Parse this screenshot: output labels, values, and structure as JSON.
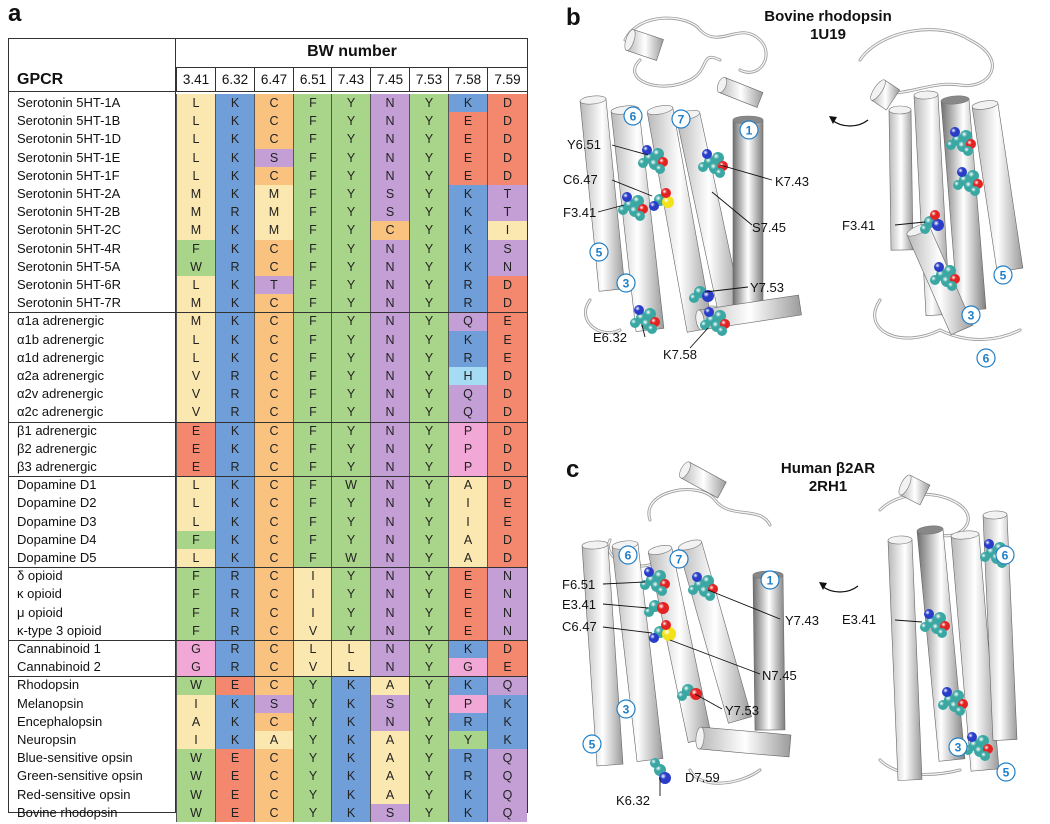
{
  "panels": {
    "a": "a",
    "b": "b",
    "c": "c"
  },
  "table": {
    "bw_header": "BW number",
    "gpcr_header": "GPCR",
    "columns": [
      "3.41",
      "6.32",
      "6.47",
      "6.51",
      "7.43",
      "7.45",
      "7.53",
      "7.58",
      "7.59"
    ],
    "residue_colors": {
      "L": "#fbe7b0",
      "M": "#fbe7b0",
      "V": "#fbe7b0",
      "I": "#fbe7b0",
      "A": "#fbe7b0",
      "F": "#a9d58a",
      "W": "#a9d58a",
      "Y": "#a9d58a",
      "K": "#6f9ed8",
      "R": "#6f9ed8",
      "H": "#a6dcf3",
      "C": "#f9c27e",
      "S": "#c39fd6",
      "T": "#c39fd6",
      "N": "#c39fd6",
      "Q": "#c39fd6",
      "E": "#f3886f",
      "D": "#f3886f",
      "P": "#f2a8d6",
      "G": "#f2a8d6"
    },
    "rows": [
      {
        "name": "Serotonin 5HT-1A",
        "res": [
          "L",
          "K",
          "C",
          "F",
          "Y",
          "N",
          "Y",
          "K",
          "D"
        ]
      },
      {
        "name": "Serotonin 5HT-1B",
        "res": [
          "L",
          "K",
          "C",
          "F",
          "Y",
          "N",
          "Y",
          "E",
          "D"
        ]
      },
      {
        "name": "Serotonin 5HT-1D",
        "res": [
          "L",
          "K",
          "C",
          "F",
          "Y",
          "N",
          "Y",
          "E",
          "D"
        ]
      },
      {
        "name": "Serotonin 5HT-1E",
        "res": [
          "L",
          "K",
          "S",
          "F",
          "Y",
          "N",
          "Y",
          "E",
          "D"
        ]
      },
      {
        "name": "Serotonin 5HT-1F",
        "res": [
          "L",
          "K",
          "C",
          "F",
          "Y",
          "N",
          "Y",
          "E",
          "D"
        ]
      },
      {
        "name": "Serotonin 5HT-2A",
        "res": [
          "M",
          "K",
          "M",
          "F",
          "Y",
          "S",
          "Y",
          "K",
          "T"
        ]
      },
      {
        "name": "Serotonin 5HT-2B",
        "res": [
          "M",
          "R",
          "M",
          "F",
          "Y",
          "S",
          "Y",
          "K",
          "T"
        ]
      },
      {
        "name": "Serotonin 5HT-2C",
        "res": [
          "M",
          "K",
          "M",
          "F",
          "Y",
          "C",
          "Y",
          "K",
          "I"
        ]
      },
      {
        "name": "Serotonin 5HT-4R",
        "res": [
          "F",
          "K",
          "C",
          "F",
          "Y",
          "N",
          "Y",
          "K",
          "S"
        ]
      },
      {
        "name": "Serotonin 5HT-5A",
        "res": [
          "W",
          "R",
          "C",
          "F",
          "Y",
          "N",
          "Y",
          "K",
          "N"
        ]
      },
      {
        "name": "Serotonin 5HT-6R",
        "res": [
          "L",
          "K",
          "T",
          "F",
          "Y",
          "N",
          "Y",
          "R",
          "D"
        ]
      },
      {
        "name": "Serotonin 5HT-7R",
        "res": [
          "M",
          "K",
          "C",
          "F",
          "Y",
          "N",
          "Y",
          "R",
          "D"
        ]
      },
      {
        "name": "α1a adrenergic",
        "res": [
          "M",
          "K",
          "C",
          "F",
          "Y",
          "N",
          "Y",
          "Q",
          "E"
        ]
      },
      {
        "name": "α1b adrenergic",
        "res": [
          "L",
          "K",
          "C",
          "F",
          "Y",
          "N",
          "Y",
          "K",
          "E"
        ]
      },
      {
        "name": "α1d adrenergic",
        "res": [
          "L",
          "K",
          "C",
          "F",
          "Y",
          "N",
          "Y",
          "R",
          "E"
        ]
      },
      {
        "name": "α2a adrenergic",
        "res": [
          "V",
          "R",
          "C",
          "F",
          "Y",
          "N",
          "Y",
          "H",
          "D"
        ]
      },
      {
        "name": "α2v adrenergic",
        "res": [
          "V",
          "R",
          "C",
          "F",
          "Y",
          "N",
          "Y",
          "Q",
          "D"
        ]
      },
      {
        "name": "α2c adrenergic",
        "res": [
          "V",
          "R",
          "C",
          "F",
          "Y",
          "N",
          "Y",
          "Q",
          "D"
        ]
      },
      {
        "name": "β1 adrenergic",
        "res": [
          "E",
          "K",
          "C",
          "F",
          "Y",
          "N",
          "Y",
          "P",
          "D"
        ]
      },
      {
        "name": "β2 adrenergic",
        "res": [
          "E",
          "K",
          "C",
          "F",
          "Y",
          "N",
          "Y",
          "P",
          "D"
        ]
      },
      {
        "name": "β3 adrenergic",
        "res": [
          "E",
          "R",
          "C",
          "F",
          "Y",
          "N",
          "Y",
          "P",
          "D"
        ]
      },
      {
        "name": "Dopamine D1",
        "res": [
          "L",
          "K",
          "C",
          "F",
          "W",
          "N",
          "Y",
          "A",
          "D"
        ]
      },
      {
        "name": "Dopamine D2",
        "res": [
          "L",
          "K",
          "C",
          "F",
          "Y",
          "N",
          "Y",
          "I",
          "E"
        ]
      },
      {
        "name": "Dopamine D3",
        "res": [
          "L",
          "K",
          "C",
          "F",
          "Y",
          "N",
          "Y",
          "I",
          "E"
        ]
      },
      {
        "name": "Dopamine D4",
        "res": [
          "F",
          "K",
          "C",
          "F",
          "Y",
          "N",
          "Y",
          "A",
          "D"
        ]
      },
      {
        "name": "Dopamine D5",
        "res": [
          "L",
          "K",
          "C",
          "F",
          "W",
          "N",
          "Y",
          "A",
          "D"
        ]
      },
      {
        "name": "δ opioid",
        "res": [
          "F",
          "R",
          "C",
          "I",
          "Y",
          "N",
          "Y",
          "E",
          "N"
        ]
      },
      {
        "name": "κ opioid",
        "res": [
          "F",
          "R",
          "C",
          "I",
          "Y",
          "N",
          "Y",
          "E",
          "N"
        ]
      },
      {
        "name": "μ opioid",
        "res": [
          "F",
          "R",
          "C",
          "I",
          "Y",
          "N",
          "Y",
          "E",
          "N"
        ]
      },
      {
        "name": "κ-type 3 opioid",
        "res": [
          "F",
          "R",
          "C",
          "V",
          "Y",
          "N",
          "Y",
          "E",
          "N"
        ]
      },
      {
        "name": "Cannabinoid 1",
        "res": [
          "G",
          "R",
          "C",
          "L",
          "L",
          "N",
          "Y",
          "K",
          "D"
        ]
      },
      {
        "name": "Cannabinoid 2",
        "res": [
          "G",
          "R",
          "C",
          "V",
          "L",
          "N",
          "Y",
          "G",
          "E"
        ]
      },
      {
        "name": "Rhodopsin",
        "res": [
          "W",
          "E",
          "C",
          "Y",
          "K",
          "A",
          "Y",
          "K",
          "Q"
        ]
      },
      {
        "name": "Melanopsin",
        "res": [
          "I",
          "K",
          "S",
          "Y",
          "K",
          "S",
          "Y",
          "P",
          "K"
        ]
      },
      {
        "name": "Encephalopsin",
        "res": [
          "A",
          "K",
          "C",
          "Y",
          "K",
          "N",
          "Y",
          "R",
          "K"
        ]
      },
      {
        "name": "Neuropsin",
        "res": [
          "I",
          "K",
          "A",
          "Y",
          "K",
          "A",
          "Y",
          "Y",
          "K"
        ]
      },
      {
        "name": "Blue-sensitive opsin",
        "res": [
          "W",
          "E",
          "C",
          "Y",
          "K",
          "A",
          "Y",
          "R",
          "Q"
        ]
      },
      {
        "name": "Green-sensitive opsin",
        "res": [
          "W",
          "E",
          "C",
          "Y",
          "K",
          "A",
          "Y",
          "R",
          "Q"
        ]
      },
      {
        "name": "Red-sensitive opsin",
        "res": [
          "W",
          "E",
          "C",
          "Y",
          "K",
          "A",
          "Y",
          "K",
          "Q"
        ]
      },
      {
        "name": "Bovine rhodopsin",
        "res": [
          "W",
          "E",
          "C",
          "Y",
          "K",
          "S",
          "Y",
          "K",
          "Q"
        ]
      }
    ],
    "group_breaks_after": [
      11,
      17,
      20,
      25,
      29,
      31
    ]
  },
  "structure_b": {
    "title": "Bovine rhodopsin",
    "pdb": "1U19",
    "labels": [
      "Y6.51",
      "C6.47",
      "F3.41",
      "K7.43",
      "S7.45",
      "Y7.53",
      "E6.32",
      "K7.58"
    ],
    "right_labels": [
      "F3.41"
    ],
    "helix_numbers_left": [
      "6",
      "7",
      "1",
      "5",
      "3"
    ],
    "helix_numbers_right": [
      "5",
      "3",
      "6"
    ]
  },
  "structure_c": {
    "title": "Human β2AR",
    "pdb": "2RH1",
    "labels": [
      "F6.51",
      "E3.41",
      "C6.47",
      "Y7.43",
      "N7.45",
      "Y7.53",
      "K6.32",
      "D7.59"
    ],
    "right_labels": [
      "E3.41"
    ],
    "helix_numbers_left": [
      "6",
      "7",
      "1",
      "3",
      "5"
    ],
    "helix_numbers_right": [
      "6",
      "3",
      "5"
    ]
  },
  "colors": {
    "helix_light": "#e6e6e6",
    "helix_dark": "#8a8a8a",
    "carbon": "#3aa7a3",
    "oxygen": "#e32222",
    "nitrogen": "#2a3dc8",
    "sulfur": "#f3e21a",
    "helix_number": "#1f7fc8"
  }
}
